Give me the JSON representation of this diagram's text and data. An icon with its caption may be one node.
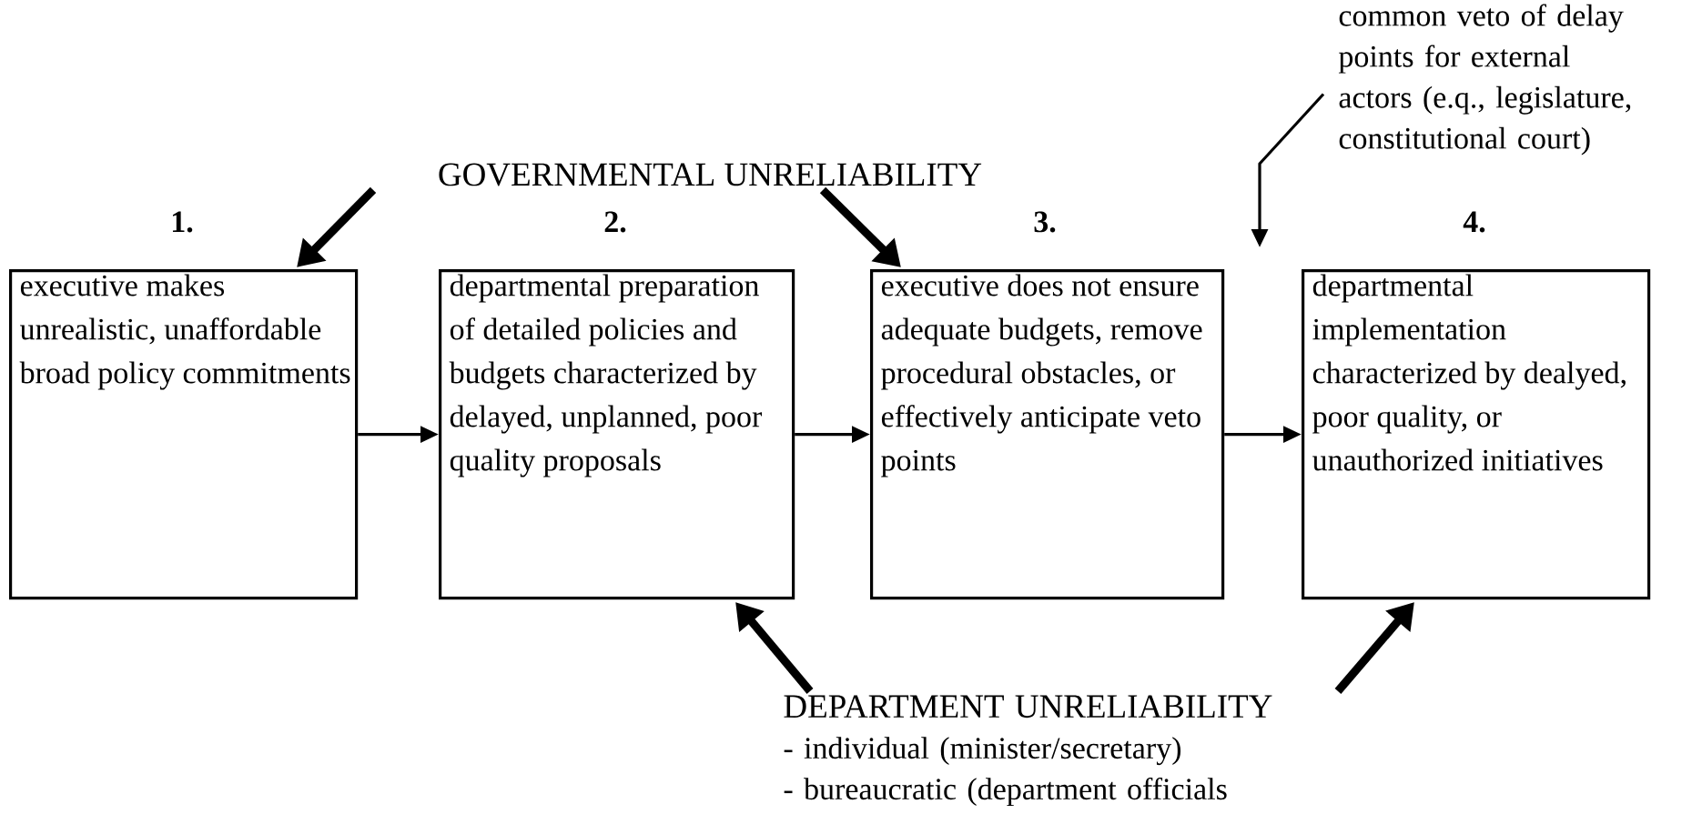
{
  "diagram": {
    "nodes": [
      {
        "text": [
          "executive makes unrealistic, unaffordable broad policy commitments"
        ]
      },
      {
        "text": [
          "departmental preparation of detailed policies and budgets characterized by delayed, unplanned, poor quality proposals"
        ]
      },
      {
        "text": [
          "executive does not ensure adequate budgets, remove procedural obstacles, or effectively anticipate veto points"
        ]
      },
      {
        "text": [
          "departmental implementation characterized by dealyed, poor quality, or unauthorized initiatives"
        ]
      },
      {
        "text": [
          "GOVERNMENTAL UNRELIABILITY"
        ]
      },
      {
        "text": [
          "common veto of delay points for external actors (e.q., legislature, constitutional court)"
        ]
      },
      {
        "text": [
          "DEPARTMENT UNRELIABILITY",
          "- individual (minister/secretary)",
          "- bureaucratic (department officials"
        ]
      }
    ],
    "edges": [
      {
        "from": 0,
        "to": 1,
        "arrow": "to"
      },
      {
        "from": 1,
        "to": 2,
        "arrow": "to"
      },
      {
        "from": 2,
        "to": 3,
        "arrow": "to"
      },
      {
        "from": 4,
        "to": 0,
        "arrow": "to",
        "style": "thick"
      },
      {
        "from": 4,
        "to": 2,
        "arrow": "to",
        "style": "thick"
      },
      {
        "from": 5,
        "to": null,
        "arrow": "to"
      },
      {
        "from": 6,
        "to": 1,
        "arrow": "to",
        "style": "thick"
      },
      {
        "from": 6,
        "to": 3,
        "arrow": "to",
        "style": "thick"
      }
    ],
    "labels": [
      "1.",
      "2.",
      "3.",
      "4."
    ]
  }
}
